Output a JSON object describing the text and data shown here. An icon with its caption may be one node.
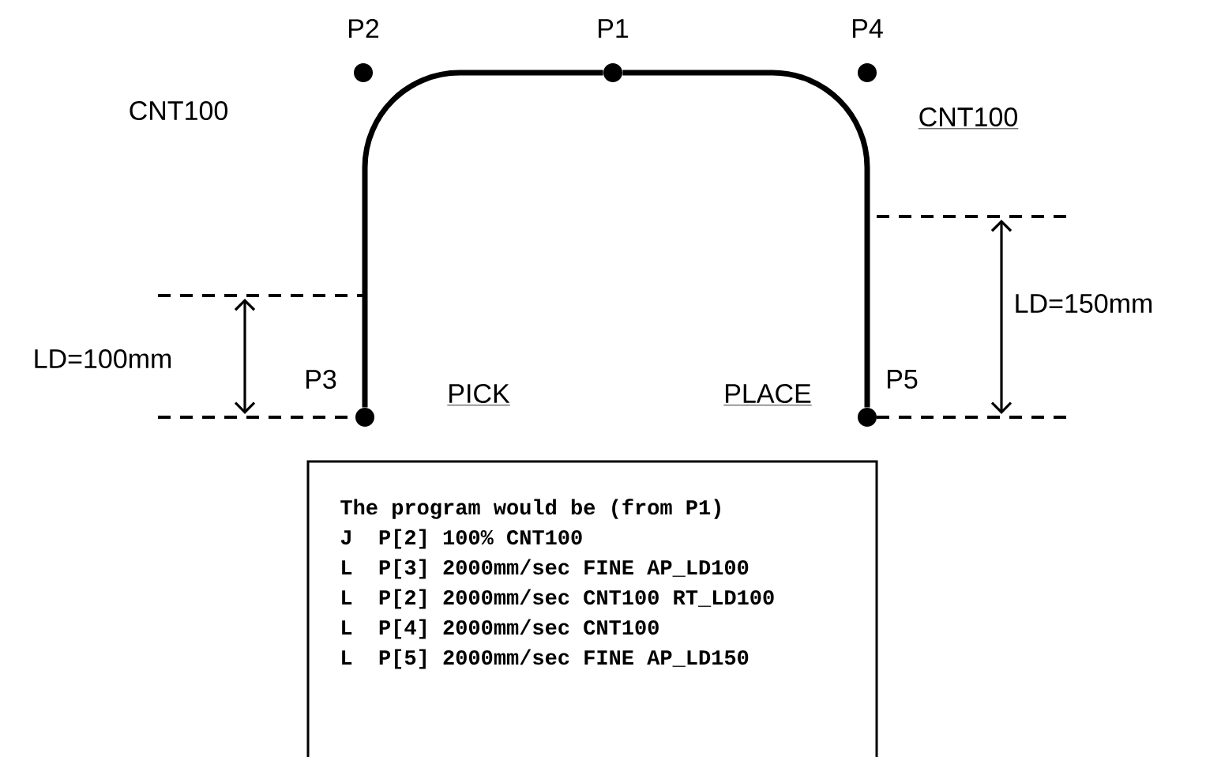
{
  "diagram": {
    "nodes": [
      {
        "text": [],
        "shape": "circle",
        "beside": [
          "P2"
        ]
      },
      {
        "text": [],
        "shape": "circle",
        "beside": [
          "P1"
        ]
      },
      {
        "text": [],
        "shape": "circle",
        "beside": [
          "P4"
        ]
      },
      {
        "text": [],
        "shape": "circle",
        "beside": [
          "P3"
        ]
      },
      {
        "text": [],
        "shape": "circle",
        "beside": [
          "P5"
        ]
      },
      {
        "text": [
          "The program would be (from P1)",
          "J  P[2] 100% CNT100",
          "L  P[3] 2000mm/sec FINE AP_LD100",
          "L  P[2] 2000mm/sec CNT100 RT_LD100",
          "L  P[4] 2000mm/sec CNT100",
          "L  P[5] 2000mm/sec FINE AP_LD150"
        ]
      }
    ],
    "edges": [
      {
        "from": 3,
        "to": 1,
        "arrow": "none"
      },
      {
        "from": 1,
        "to": 4,
        "arrow": "none"
      }
    ],
    "labels": [
      "CNT100",
      "CNT100",
      "LD=150mm",
      "LD=100mm",
      "PICK",
      "PLACE"
    ]
  }
}
